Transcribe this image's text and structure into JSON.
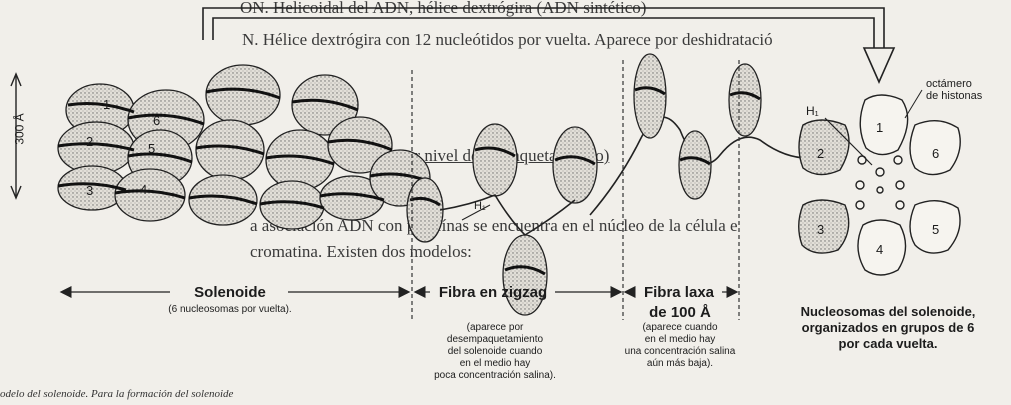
{
  "background_text": {
    "line1": "N. Hélice dextrógira con 12 nucleótidos por vuelta. Aparece por deshidratació",
    "line1_top": "ON. Helicoidal del ADN, hélice dextrógira (ADN sintético)",
    "line2": "ra (fibra de primer nivel de empaquetamiento)",
    "line3": "a asociación ADN con proteínas se encuentra en el núcleo de la célula e",
    "line4": "cromatina. Existen dos modelos:"
  },
  "scale": {
    "label": "300 Å"
  },
  "nucleosome_numbers": [
    "1",
    "2",
    "3",
    "4",
    "5",
    "6"
  ],
  "h1_label": "H₁",
  "octamer_label_line1": "octámero",
  "octamer_label_line2": "de histonas",
  "sections": {
    "solenoide": {
      "title": "Solenoide",
      "sub": "(6 nucleosomas por vuelta)."
    },
    "zigzag": {
      "title": "Fibra en zigzag",
      "sub1": "(aparece por",
      "sub2": "desempaquetamiento",
      "sub3": "del solenoide cuando",
      "sub4": "en el medio hay",
      "sub5": "poca concentración salina)."
    },
    "laxa": {
      "title1": "Fibra laxa",
      "title2": "de 100 Å",
      "sub1": "(aparece cuando",
      "sub2": "en el medio hay",
      "sub3": "una concentración salina",
      "sub4": "aún más baja)."
    },
    "nucleosomas": {
      "line1": "Nucleosomas del solenoide,",
      "line2": "organizados en grupos de 6",
      "line3": "por cada vuelta."
    }
  },
  "caption": "odelo del solenoide. Para la formación del solenoide"
}
